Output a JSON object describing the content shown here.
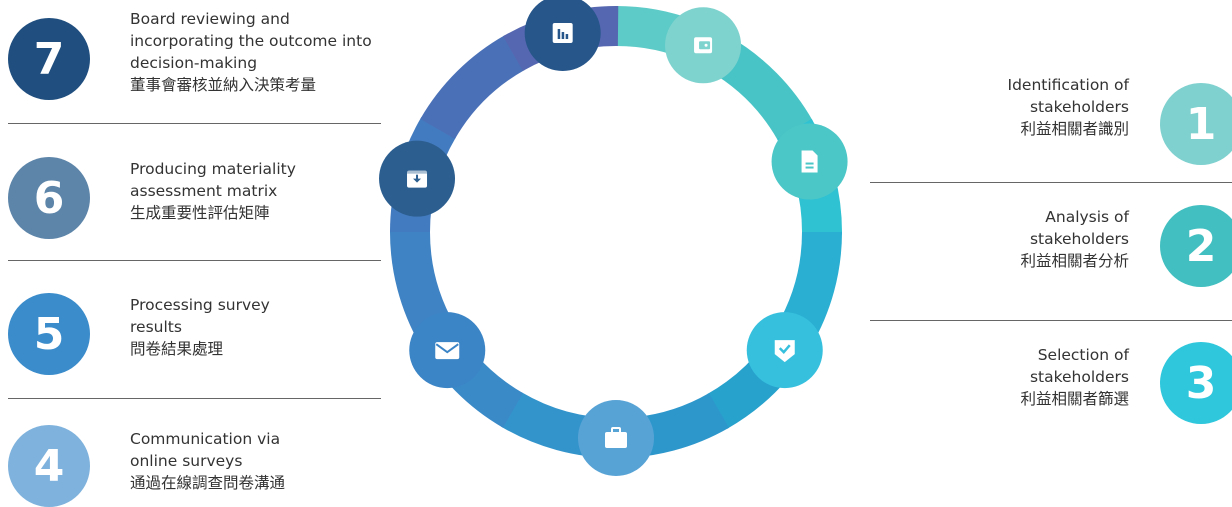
{
  "steps": [
    {
      "num": "1",
      "en": [
        "Identification of",
        "stakeholders"
      ],
      "zh": "利益相關者識別",
      "color": "#7fd1cf"
    },
    {
      "num": "2",
      "en": [
        "Analysis of",
        "stakeholders"
      ],
      "zh": "利益相關者分析",
      "color": "#42bfc0"
    },
    {
      "num": "3",
      "en": [
        "Selection of",
        "stakeholders"
      ],
      "zh": "利益相關者篩選",
      "color": "#2ec7dc"
    },
    {
      "num": "4",
      "en": [
        "Communication via",
        "online surveys"
      ],
      "zh": "通過在線調查問卷溝通",
      "color": "#7fb3dd"
    },
    {
      "num": "5",
      "en": [
        "Processing survey",
        "results"
      ],
      "zh": "問卷結果處理",
      "color": "#3a8ccb"
    },
    {
      "num": "6",
      "en": [
        "Producing materiality",
        "assessment matrix"
      ],
      "zh": "生成重要性評估矩陣",
      "color": "#5d85a9"
    },
    {
      "num": "7",
      "en": [
        "Board reviewing and",
        "incorporating the outcome into",
        "decision-making"
      ],
      "zh": "董事會審核並納入決策考量",
      "color": "#204f7f"
    }
  ],
  "ring_icons": [
    {
      "name": "wallet-icon",
      "color": "#7fd3cf"
    },
    {
      "name": "document-icon",
      "color": "#4cc7c7"
    },
    {
      "name": "check-badge-icon",
      "color": "#36c0de"
    },
    {
      "name": "briefcase-icon",
      "color": "#58a3d6"
    },
    {
      "name": "envelope-icon",
      "color": "#3b84c6"
    },
    {
      "name": "download-box-icon",
      "color": "#2c5f90"
    },
    {
      "name": "bar-chart-icon",
      "color": "#26568a"
    }
  ]
}
